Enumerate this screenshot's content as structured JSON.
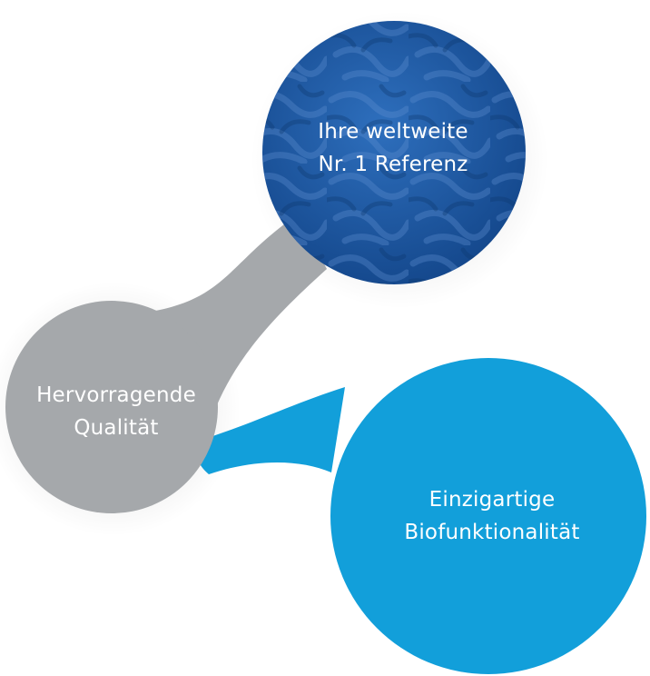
{
  "nodes": {
    "top": {
      "line1": "Ihre weltweite",
      "line2": "Nr. 1 Referenz",
      "color": "#1b5aa6"
    },
    "left": {
      "line1": "Hervorragende",
      "line2": "Qualität",
      "color": "#a5a8ab"
    },
    "right": {
      "line1": "Einzigartige",
      "line2": "Biofunktionalität",
      "color": "#129fda"
    }
  },
  "colors": {
    "connector_gray": "#a5a8ab",
    "connector_blue": "#129fda",
    "background": "#ffffff"
  }
}
